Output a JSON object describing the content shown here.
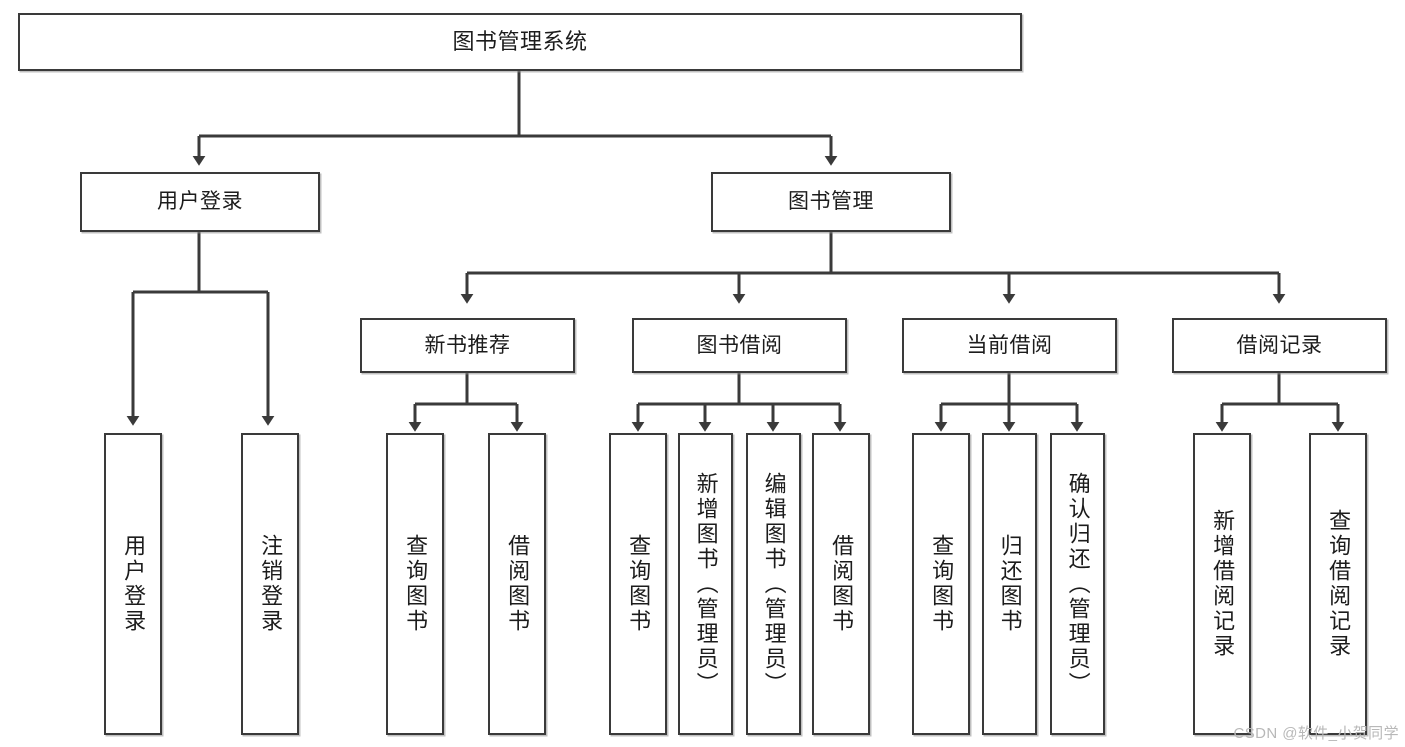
{
  "diagram": {
    "title": "图书管理系统",
    "type": "tree-hierarchy",
    "watermark": "CSDN @软件_小贺同学",
    "nodes": {
      "root": {
        "label": "图书管理系统"
      },
      "level1": [
        {
          "id": "user-login",
          "label": "用户登录"
        },
        {
          "id": "book-management",
          "label": "图书管理"
        }
      ],
      "level2": [
        {
          "id": "new-book-recommend",
          "label": "新书推荐"
        },
        {
          "id": "book-borrow",
          "label": "图书借阅"
        },
        {
          "id": "current-borrow",
          "label": "当前借阅"
        },
        {
          "id": "borrow-record",
          "label": "借阅记录"
        }
      ],
      "leaves": [
        {
          "id": "leaf-user-login",
          "label": "用户登录",
          "parent": "user-login"
        },
        {
          "id": "leaf-logout-login",
          "label": "注销登录",
          "parent": "user-login"
        },
        {
          "id": "leaf-query-book-1",
          "label": "查询图书",
          "parent": "new-book-recommend"
        },
        {
          "id": "leaf-borrow-book-1",
          "label": "借阅图书",
          "parent": "new-book-recommend"
        },
        {
          "id": "leaf-query-book-2",
          "label": "查询图书",
          "parent": "book-borrow"
        },
        {
          "id": "leaf-add-book",
          "label": "新增图书（管理员）",
          "parent": "book-borrow"
        },
        {
          "id": "leaf-edit-book",
          "label": "编辑图书（管理员）",
          "parent": "book-borrow"
        },
        {
          "id": "leaf-borrow-book-2",
          "label": "借阅图书",
          "parent": "book-borrow"
        },
        {
          "id": "leaf-query-book-3",
          "label": "查询图书",
          "parent": "current-borrow"
        },
        {
          "id": "leaf-return-book",
          "label": "归还图书",
          "parent": "current-borrow"
        },
        {
          "id": "leaf-confirm-return",
          "label": "确认归还（管理员）",
          "parent": "current-borrow"
        },
        {
          "id": "leaf-add-record",
          "label": "新增借阅记录",
          "parent": "borrow-record"
        },
        {
          "id": "leaf-query-record",
          "label": "查询借阅记录",
          "parent": "borrow-record"
        }
      ]
    },
    "colors": {
      "border": "#3a3a3a",
      "text": "#1c1c1c",
      "background": "#ffffff",
      "watermark": "#b8b8b8"
    }
  }
}
